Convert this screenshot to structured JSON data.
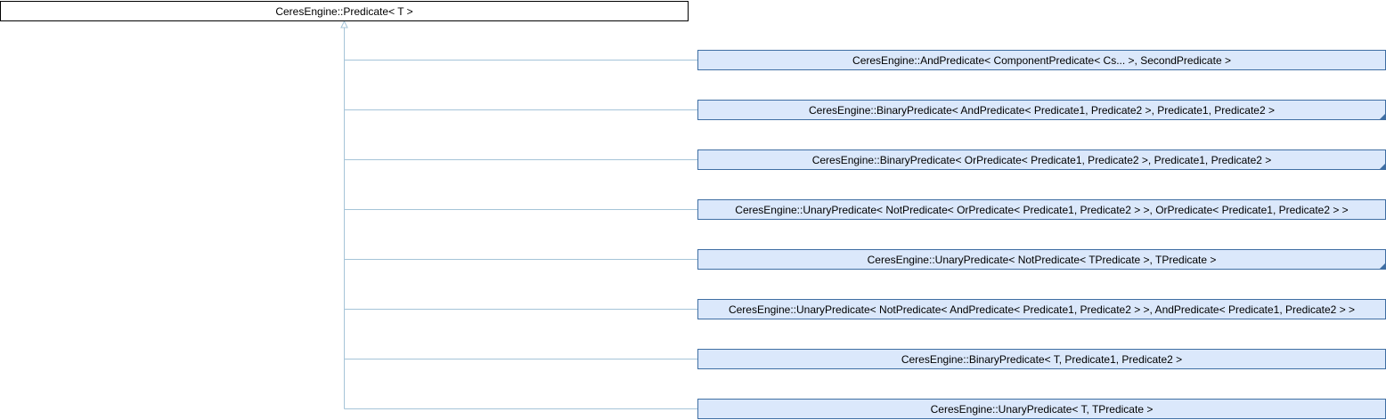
{
  "root": {
    "label": "CeresEngine::Predicate< T >"
  },
  "children": [
    {
      "label": "CeresEngine::AndPredicate< ComponentPredicate< Cs... >, SecondPredicate >",
      "has_more": false
    },
    {
      "label": "CeresEngine::BinaryPredicate< AndPredicate< Predicate1, Predicate2 >, Predicate1, Predicate2 >",
      "has_more": true
    },
    {
      "label": "CeresEngine::BinaryPredicate< OrPredicate< Predicate1, Predicate2 >, Predicate1, Predicate2 >",
      "has_more": true
    },
    {
      "label": "CeresEngine::UnaryPredicate< NotPredicate< OrPredicate< Predicate1, Predicate2 > >, OrPredicate< Predicate1, Predicate2 > >",
      "has_more": false
    },
    {
      "label": "CeresEngine::UnaryPredicate< NotPredicate< TPredicate >, TPredicate >",
      "has_more": true
    },
    {
      "label": "CeresEngine::UnaryPredicate< NotPredicate< AndPredicate< Predicate1, Predicate2 > >, AndPredicate< Predicate1, Predicate2 > >",
      "has_more": false
    },
    {
      "label": "CeresEngine::BinaryPredicate< T, Predicate1, Predicate2 >",
      "has_more": false
    },
    {
      "label": "CeresEngine::UnaryPredicate< T, TPredicate >",
      "has_more": false
    }
  ],
  "colors": {
    "edge": "#a5c4d8",
    "child_fill": "#dbe8fb",
    "child_border": "#3f6ea3"
  }
}
